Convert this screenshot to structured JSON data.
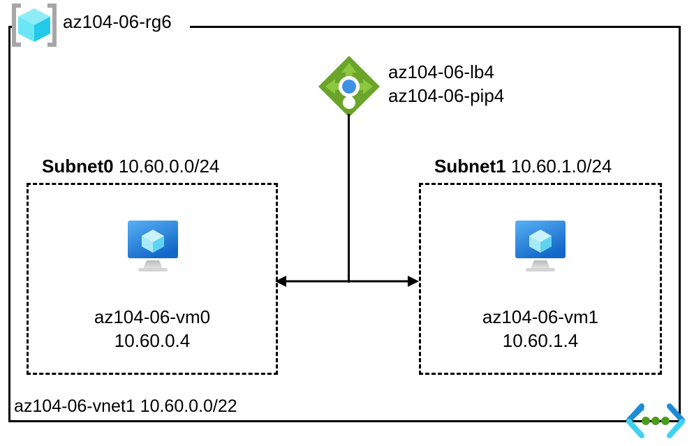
{
  "diagram": {
    "type": "azure-network-architecture",
    "resource_group": {
      "name": "az104-06-rg6",
      "icon": "resource-group-cube-icon"
    },
    "vnet": {
      "label": "az104-06-vnet1 10.60.0.0/22",
      "name": "az104-06-vnet1",
      "address_space": "10.60.0.0/22",
      "icon": "virtual-network-icon"
    },
    "load_balancer": {
      "icon": "load-balancer-icon",
      "lines": [
        "az104-06-lb4",
        "az104-06-pip4"
      ]
    },
    "subnets": [
      {
        "name": "Subnet0",
        "cidr": "10.60.0.0/24",
        "vm": {
          "icon": "virtual-machine-icon",
          "name": "az104-06-vm0",
          "ip": "10.60.0.4"
        }
      },
      {
        "name": "Subnet1",
        "cidr": "10.60.1.0/24",
        "vm": {
          "icon": "virtual-machine-icon",
          "name": "az104-06-vm1",
          "ip": "10.60.1.4"
        }
      }
    ],
    "connector": {
      "name": "subnet-to-subnet-arrow",
      "style": "double-headed"
    },
    "colors": {
      "stroke": "#000000",
      "lb_diamond": "#6AA52A",
      "lb_arrow": "#8DC63F",
      "lb_center_dot": "#3E91E5",
      "vm_monitor_top": "#4FA7F0",
      "vm_monitor_bottom": "#1868C6",
      "vm_cube": "#9FE6F5",
      "rg_cube": "#36D8F0",
      "rg_bracket": "#A6A6A6",
      "vnet_chevron_top": "#1E8BD6",
      "vnet_chevron_bottom": "#3FD2F0",
      "vnet_dot": "#4C9A1E"
    }
  }
}
